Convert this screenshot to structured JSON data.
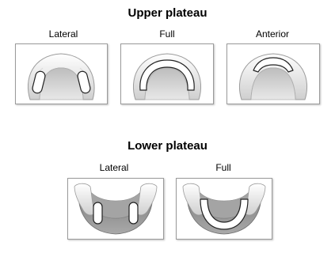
{
  "upper": {
    "title": "Upper plateau",
    "items": [
      {
        "label": "Lateral"
      },
      {
        "label": "Full"
      },
      {
        "label": "Anterior"
      }
    ]
  },
  "lower": {
    "title": "Lower plateau",
    "items": [
      {
        "label": "Lateral"
      },
      {
        "label": "Full"
      }
    ]
  },
  "colors": {
    "panel_border": "#9a9a9a",
    "gum_gray": "#8d8d8d",
    "tooth_light": "#f2f2f2",
    "plateau_fill": "#ffffff",
    "plateau_stroke": "#222222"
  }
}
